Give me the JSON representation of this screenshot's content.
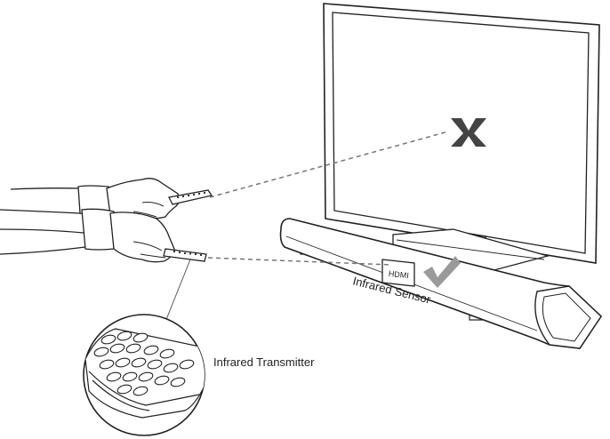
{
  "labels": {
    "infrared_sensor": "Infrared Sensor",
    "infrared_transmitter": "Infrared Transmitter",
    "hdmi_display": "HDMI"
  },
  "markers": {
    "wrong_mark": "x-mark-icon",
    "correct_mark": "checkmark-icon"
  },
  "colors": {
    "line": "#222222",
    "mark": "#444444",
    "check": "#9a9a9a",
    "beam": "#777777"
  }
}
